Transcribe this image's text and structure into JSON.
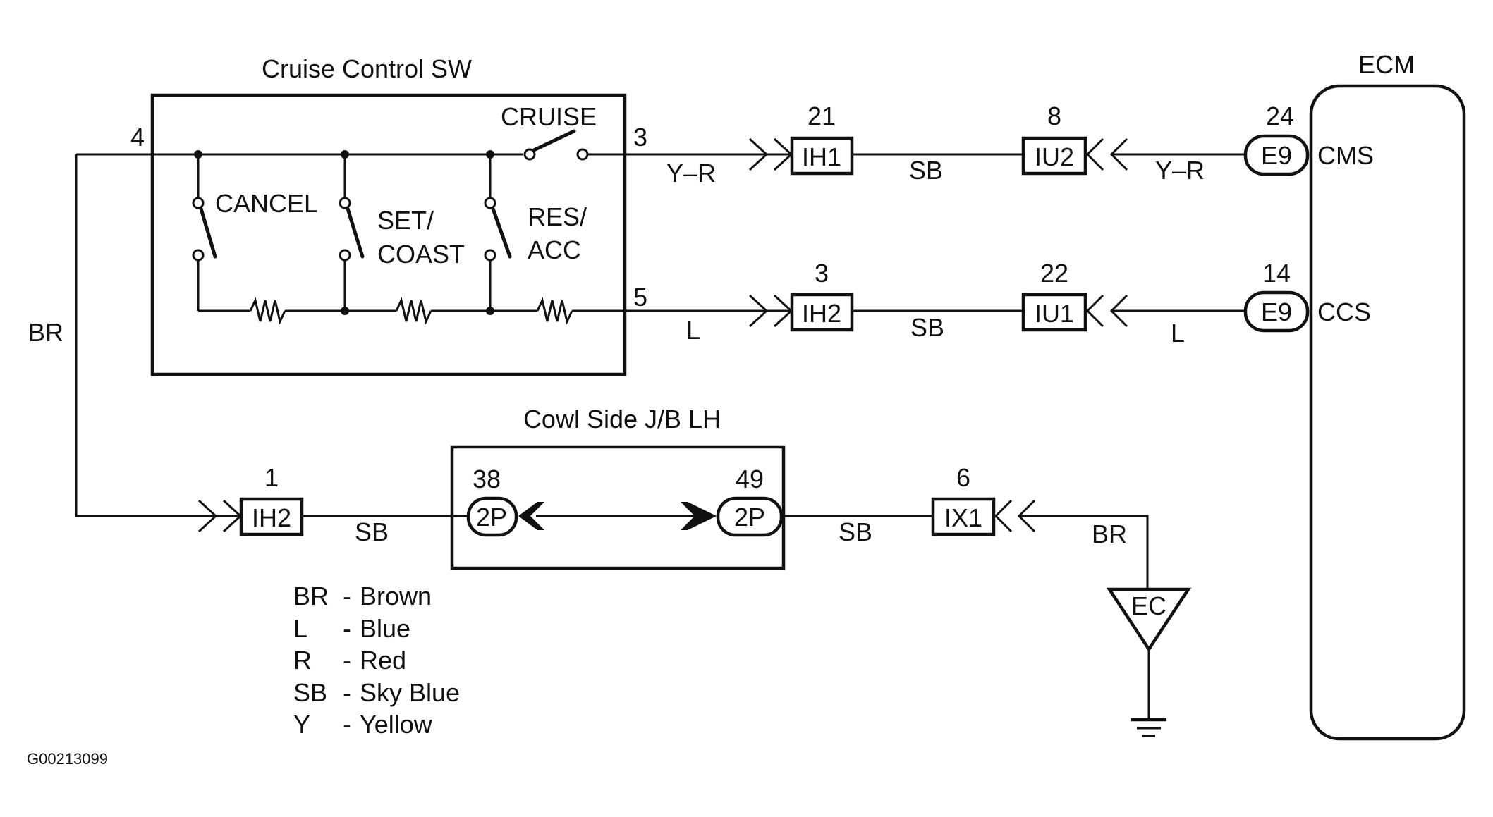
{
  "diagram": {
    "figure_id": "G00213099",
    "components": {
      "cruise_switch": {
        "title": "Cruise Control SW",
        "pin_in": "4",
        "pin_cms": "3",
        "pin_ccs": "5",
        "switches": {
          "cruise": "CRUISE",
          "cancel": "CANCEL",
          "set_line1": "SET/",
          "set_line2": "COAST",
          "res_line1": "RES/",
          "res_line2": "ACC"
        }
      },
      "ecm": {
        "title": "ECM",
        "terminals": [
          {
            "connector": "E9",
            "pin": "24",
            "name": "CMS"
          },
          {
            "connector": "E9",
            "pin": "14",
            "name": "CCS"
          }
        ]
      },
      "junction_box": {
        "title": "Cowl Side J/B LH",
        "left": {
          "connector": "2P",
          "pin": "38"
        },
        "right": {
          "connector": "2P",
          "pin": "49"
        }
      },
      "ground": {
        "label": "EC"
      }
    },
    "connectors": {
      "ih1": {
        "id": "IH1",
        "pin": "21"
      },
      "iu2": {
        "id": "IU2",
        "pin": "8"
      },
      "ih2_top": {
        "id": "IH2",
        "pin": "3"
      },
      "iu1": {
        "id": "IU1",
        "pin": "22"
      },
      "ih2_bottom": {
        "id": "IH2",
        "pin": "1"
      },
      "ix1": {
        "id": "IX1",
        "pin": "6"
      }
    },
    "wires": {
      "cms_sw": "Y–R",
      "cms_mid": "SB",
      "cms_ecm": "Y–R",
      "ccs_sw": "L",
      "ccs_mid": "SB",
      "ccs_ecm": "L",
      "ground_left": "BR",
      "ground_ih2": "SB",
      "ground_jb": "SB",
      "ground_ec": "BR"
    },
    "legend": [
      {
        "code": "BR",
        "sep": "-",
        "color": "Brown"
      },
      {
        "code": "L",
        "sep": "-",
        "color": "Blue"
      },
      {
        "code": "R",
        "sep": "-",
        "color": "Red"
      },
      {
        "code": "SB",
        "sep": "-",
        "color": "Sky Blue"
      },
      {
        "code": "Y",
        "sep": "-",
        "color": "Yellow"
      }
    ]
  }
}
